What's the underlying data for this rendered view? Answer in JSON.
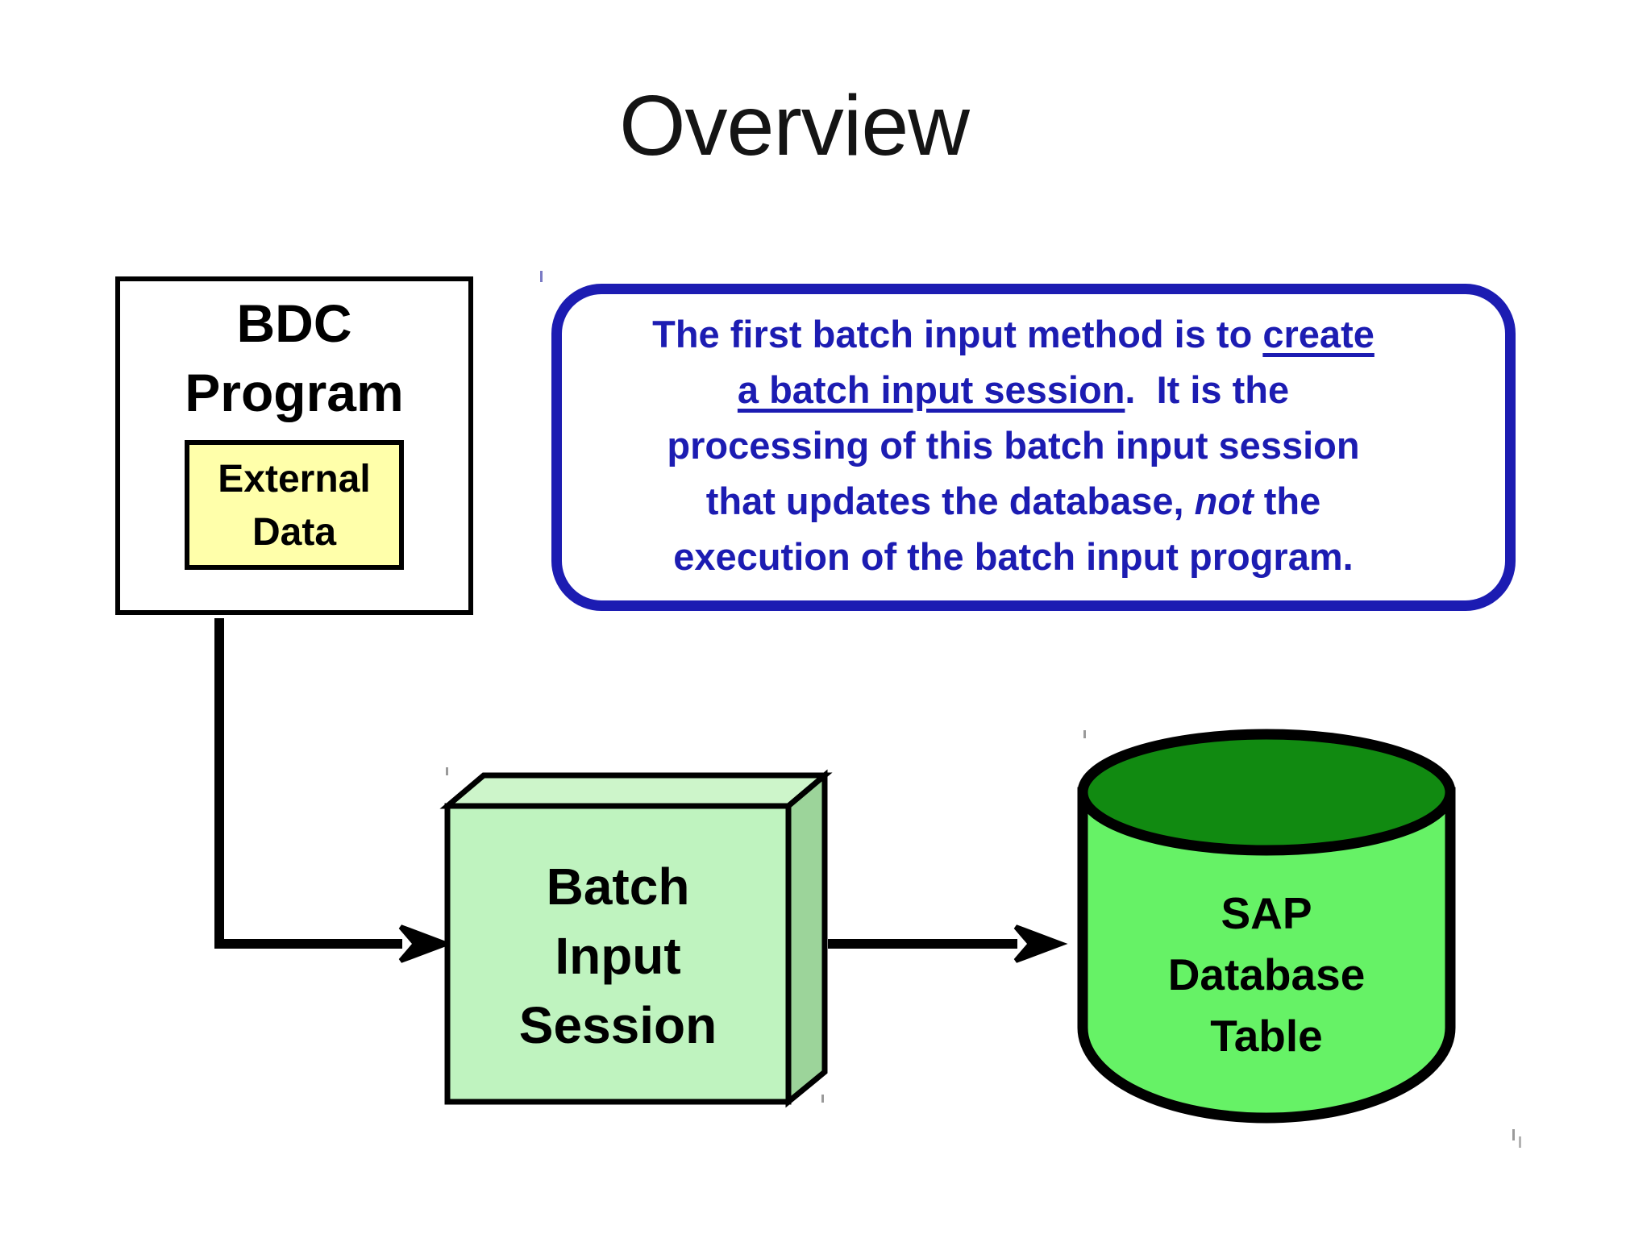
{
  "title": "Overview",
  "bdc": {
    "line1": "BDC",
    "line2": "Program",
    "external": {
      "line1": "External",
      "line2": "Data"
    }
  },
  "note": {
    "l1a": "The first batch input method is to ",
    "l1b": "create",
    "l2a": "a batch input session",
    "l2b": ".  It is the",
    "l3": "processing of this batch input session",
    "l4a": "that updates the database, ",
    "l4b": "not",
    "l4c": " the",
    "l5": "execution of the batch input program."
  },
  "batch": {
    "line1": "Batch",
    "line2": "Input",
    "line3": "Session"
  },
  "db": {
    "line1": "SAP",
    "line2": "Database",
    "line3": "Table"
  },
  "colors": {
    "note_blue": "#1C1CB2",
    "external_yellow": "#FFFFAA",
    "box_front_green": "#BFF3BF",
    "box_top_green": "#CDF5CA",
    "box_side_green": "#9CD49A",
    "cylinder_body_green": "#66F266",
    "cylinder_top_green": "#118A11",
    "outline_black": "#000000"
  }
}
